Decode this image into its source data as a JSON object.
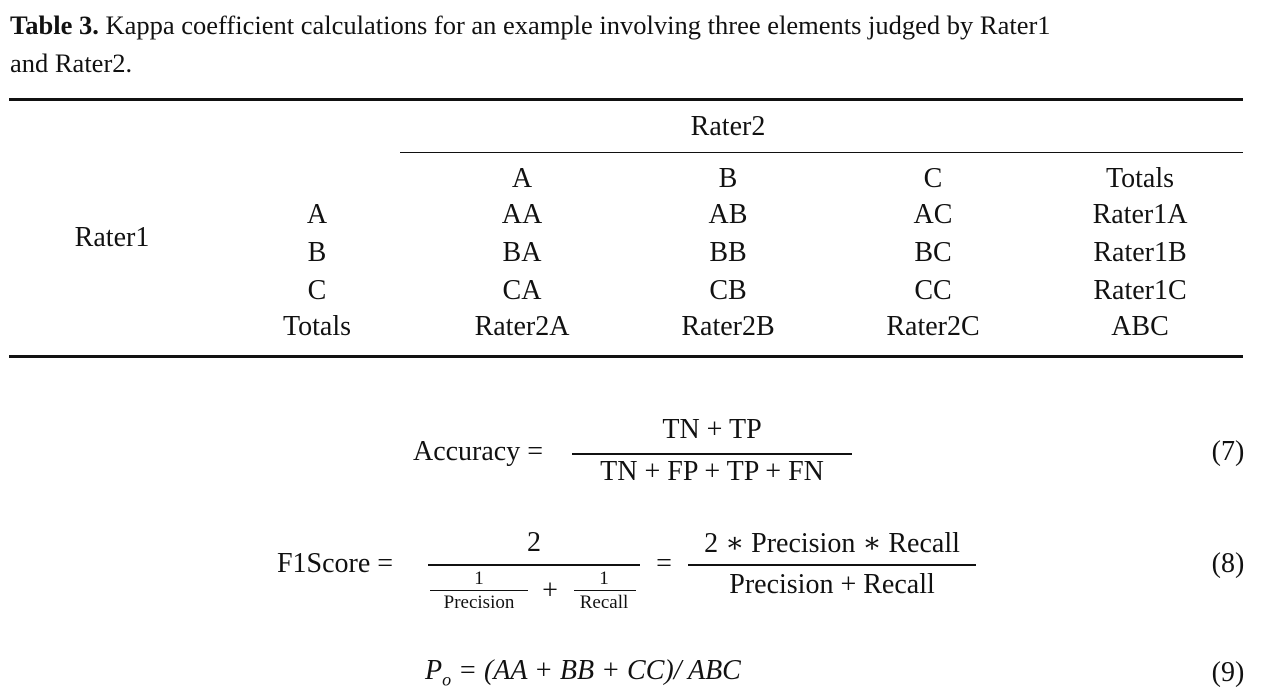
{
  "caption": {
    "label": "Table 3.",
    "text_line1": "Kappa coefficient calculations for an example involving three elements judged by Rater1",
    "text_line2": "and Rater2."
  },
  "table": {
    "col_group_header": "Rater2",
    "row_group_header": "Rater1",
    "columns": [
      "A",
      "B",
      "C",
      "Totals"
    ],
    "rows": [
      {
        "label": "A",
        "cells": [
          "AA",
          "AB",
          "AC",
          "Rater1A"
        ]
      },
      {
        "label": "B",
        "cells": [
          "BA",
          "BB",
          "BC",
          "Rater1B"
        ]
      },
      {
        "label": "C",
        "cells": [
          "CA",
          "CB",
          "CC",
          "Rater1C"
        ]
      },
      {
        "label": "Totals",
        "cells": [
          "Rater2A",
          "Rater2B",
          "Rater2C",
          "ABC"
        ]
      }
    ]
  },
  "equations": {
    "eq7": {
      "lhs": "Accuracy =",
      "numerator": "TN + TP",
      "denominator": "TN + FP + TP + FN",
      "number": "(7)"
    },
    "eq8": {
      "lhs": "F1Score =",
      "num1": "2",
      "den1_a_num": "1",
      "den1_a_den": "Precision",
      "den1_plus": "+",
      "den1_b_num": "1",
      "den1_b_den": "Recall",
      "eq": "=",
      "num2": "2 ∗ Precision ∗ Recall",
      "den2": "Precision + Recall",
      "number": "(8)"
    },
    "eq9": {
      "text": "P",
      "sub": "o",
      "rhs": " = (AA + BB + CC)/ ABC",
      "number": "(9)"
    }
  }
}
